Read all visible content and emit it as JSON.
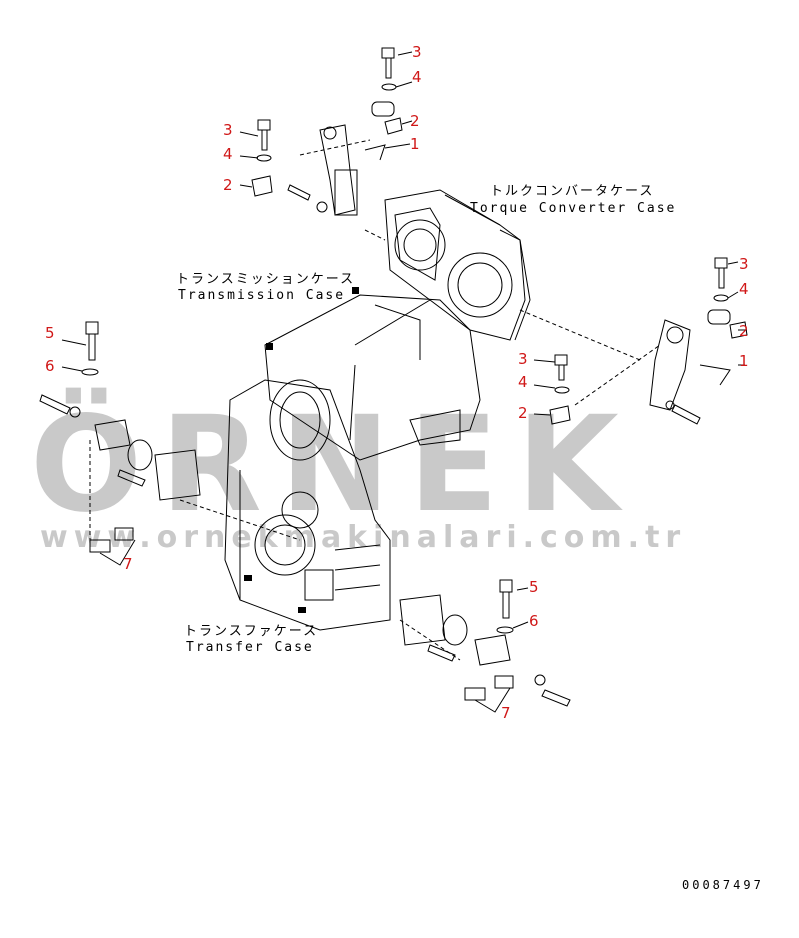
{
  "labels": {
    "torque_jp": "トルクコンバータケース",
    "torque_en": "Torque Converter Case",
    "trans_jp": "トランスミッションケース",
    "trans_en": "Transmission Case",
    "transfer_jp": "トランスファケース",
    "transfer_en": "Transfer Case",
    "code": "00087497"
  },
  "part_numbers": {
    "tr_3a": "3",
    "tr_4a": "4",
    "tr_2a": "2",
    "tr_1a": "1",
    "tl_3": "3",
    "tl_4": "4",
    "tl_2": "2",
    "r_3": "3",
    "r_4": "4",
    "r_2": "2",
    "r_1": "1",
    "m_3": "3",
    "m_4": "4",
    "m_2": "2",
    "l_5": "5",
    "l_6": "6",
    "l_7": "7",
    "b_5": "5",
    "b_6": "6",
    "b_7": "7"
  },
  "watermark": {
    "brand": "ÖRNEK",
    "url": "www.ornekmakinalari.com.tr"
  },
  "colors": {
    "label_red": "#d01818",
    "line": "#000000",
    "watermark": "#c9c9c9"
  }
}
